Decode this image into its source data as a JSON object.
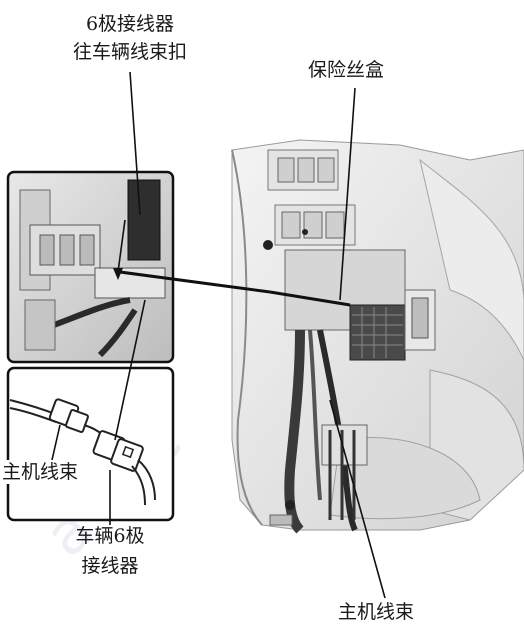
{
  "labels": {
    "connector_6pin_line1": "6极接线器",
    "connector_6pin_line2": "往车辆线束扣",
    "fuse_box": "保险丝盒",
    "head_unit_harness_inset": "主机线束",
    "vehicle_6pin_line1": "车辆6极",
    "vehicle_6pin_line2": "接线器",
    "head_unit_harness_bottom": "主机线束"
  },
  "colors": {
    "line": "#111111",
    "frame": "#111111",
    "panel_light": "#e6e6e6",
    "panel_mid": "#bdbdbd",
    "panel_dark": "#5a5a5a",
    "watermark": "#d9d9ee"
  }
}
